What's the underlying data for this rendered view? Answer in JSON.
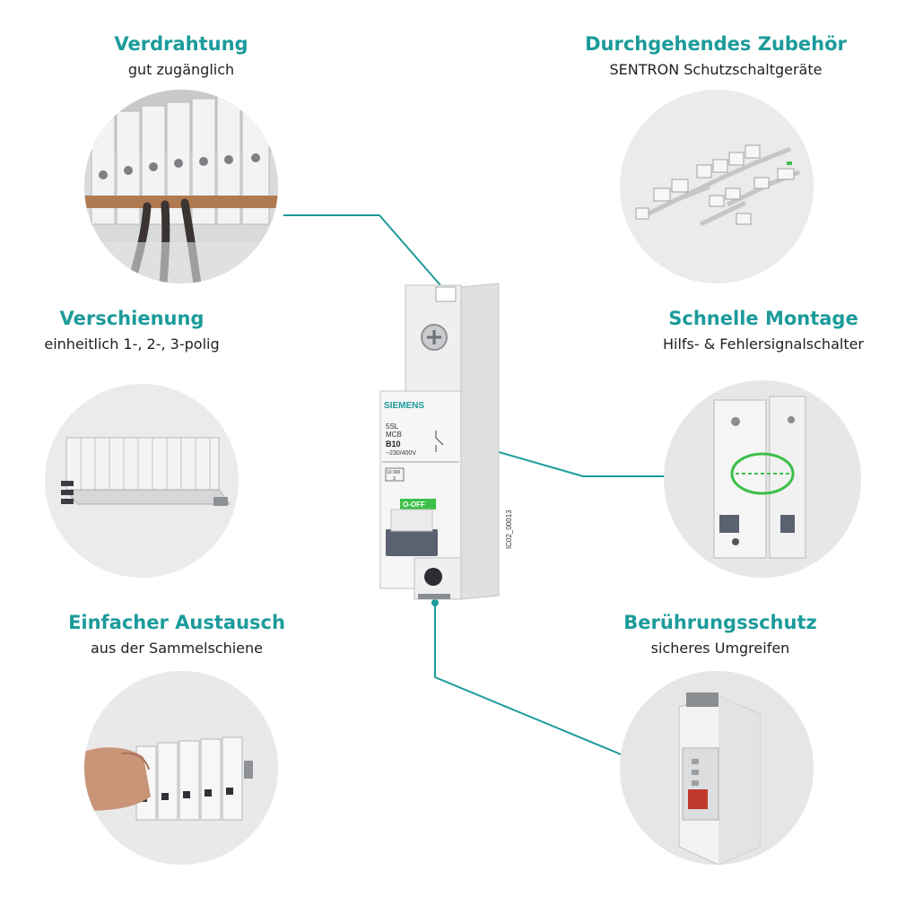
{
  "features": [
    {
      "title": "Verdrahtung",
      "subtitle": "gut zugänglich"
    },
    {
      "title": "Durchgehendes Zubehör",
      "subtitle": "SENTRON Schutzschaltgeräte"
    },
    {
      "title": "Verschienung",
      "subtitle": "einheitlich 1-, 2-, 3-polig"
    },
    {
      "title": "Schnelle Montage",
      "subtitle": "Hilfs- & Fehlersignalschalter"
    },
    {
      "title": "Einfacher Austausch",
      "subtitle": "aus der Sammelschiene"
    },
    {
      "title": "Berührungsschutz",
      "subtitle": "sicheres Umgreifen"
    }
  ],
  "device": {
    "brand": "SIEMENS",
    "model": "5SL",
    "type": "MCB",
    "rating": "B10",
    "voltage": "~230/400V",
    "capacity": "10 000",
    "capacity_class": "3",
    "switch_label": "O-OFF",
    "image_id": "IC02_00013"
  },
  "colors": {
    "accent": "#1c9b9b",
    "connector": "#1c9b9b",
    "text": "#222222",
    "circle_bg": "#ebebeb",
    "switch_green": "#3dbf4a",
    "lever": "#5a6170"
  }
}
